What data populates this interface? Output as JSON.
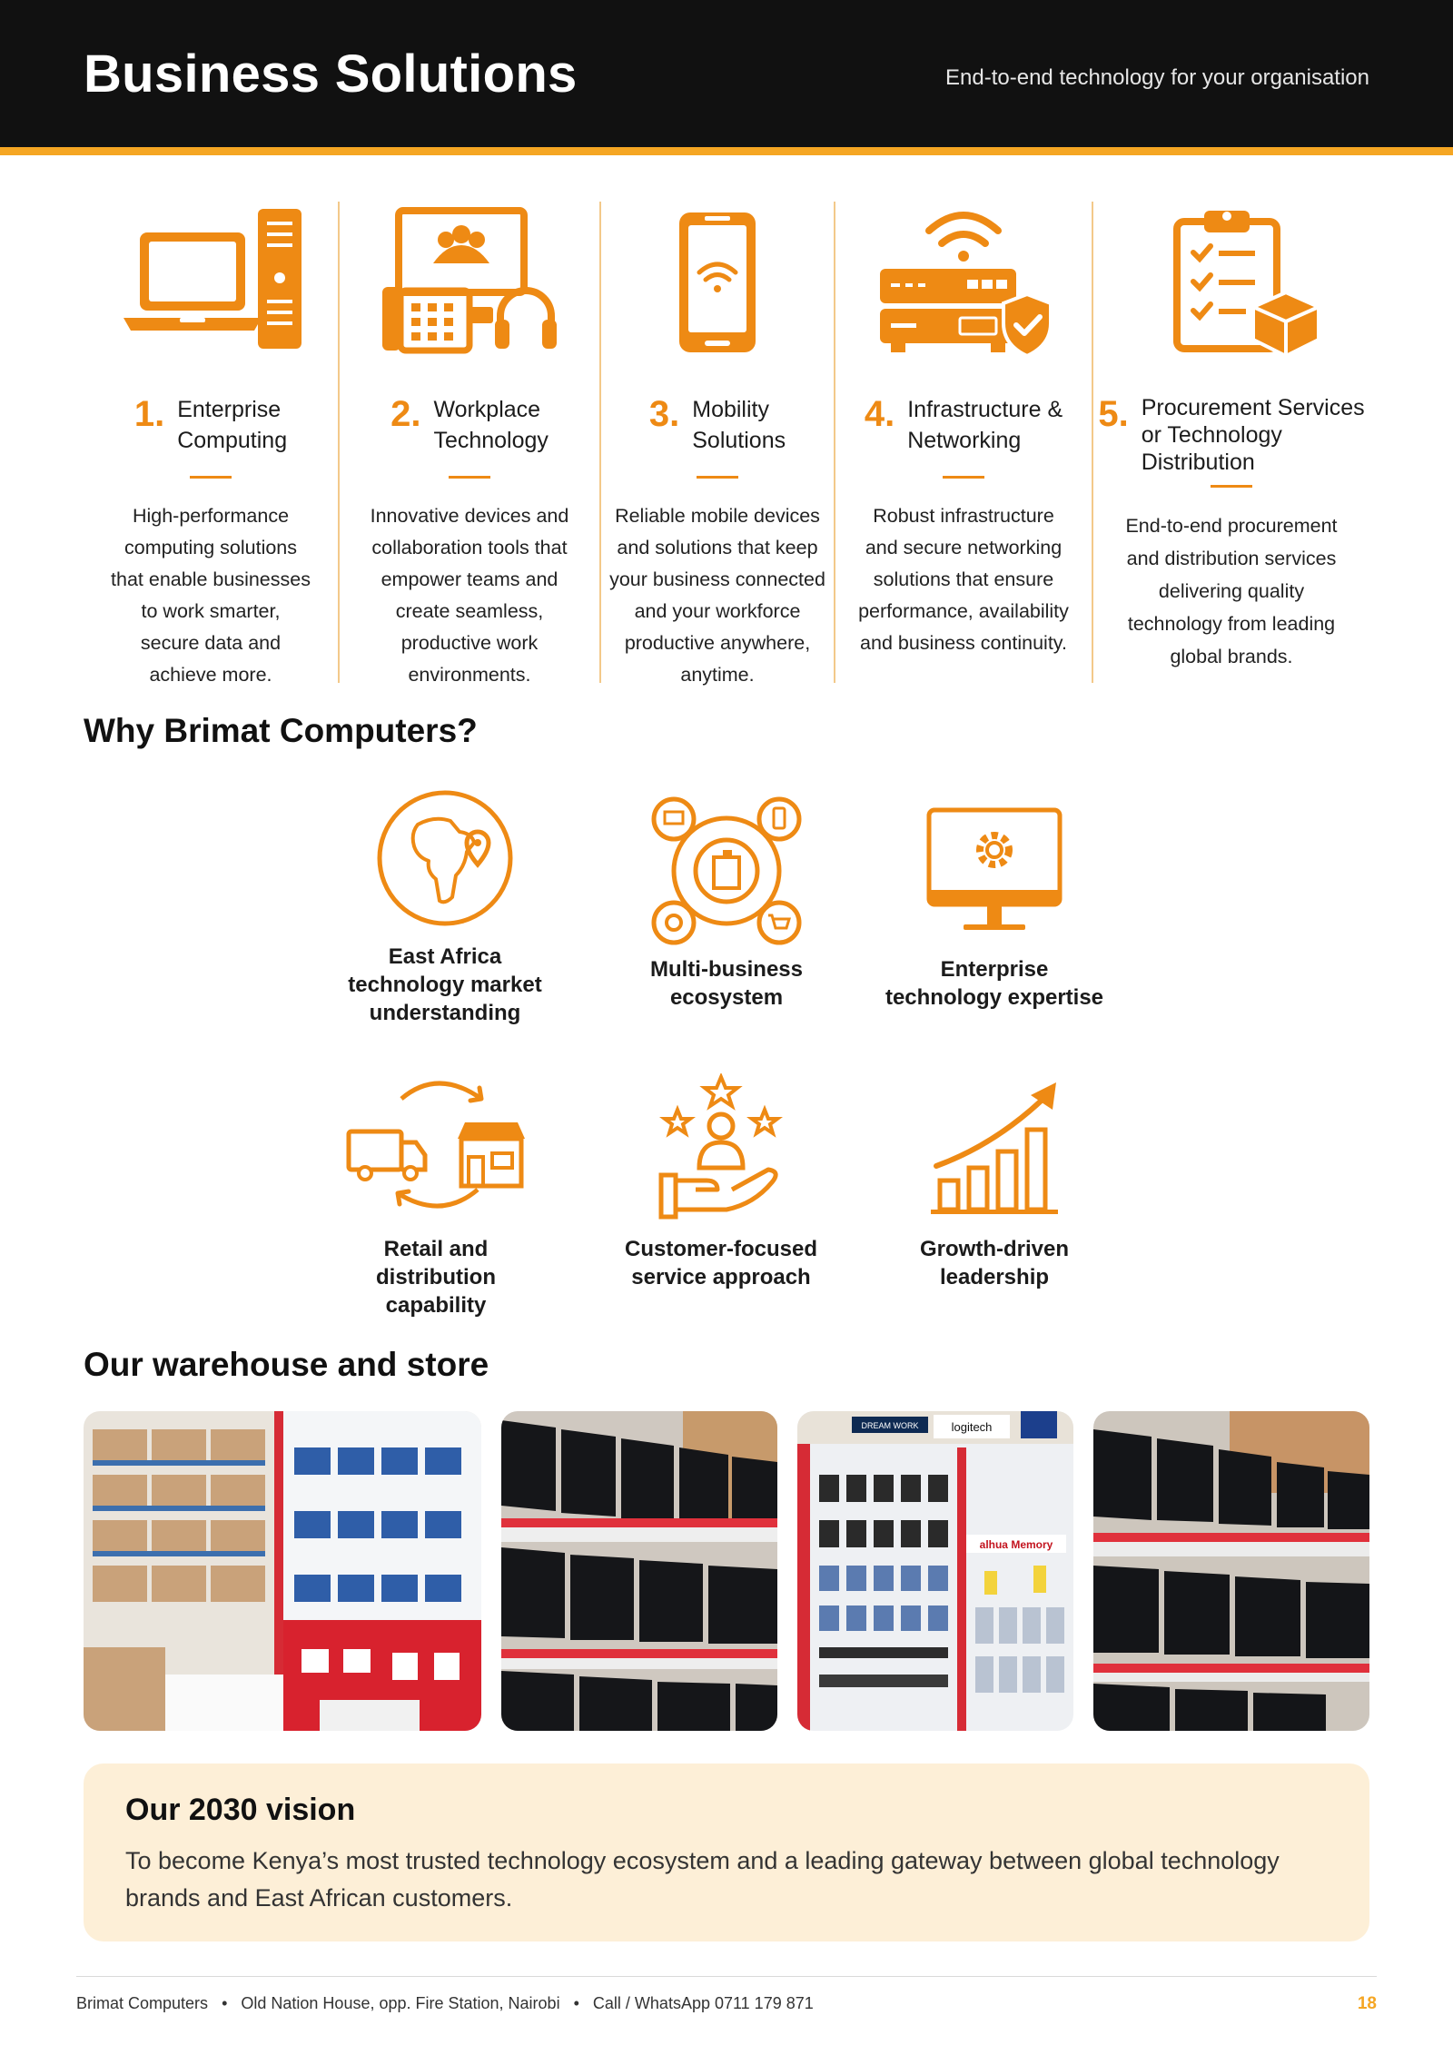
{
  "header": {
    "title": "Business Solutions",
    "subtitle": "End-to-end technology for your organisation"
  },
  "colors": {
    "accent": "#ee8a14",
    "header_bg": "#111111",
    "vision_bg": "#fdefd7"
  },
  "solutions": [
    {
      "number": "1.",
      "title_lines": [
        "Enterprise",
        "Computing"
      ],
      "desc_lines": [
        "High-performance",
        "computing solutions",
        "that enable businesses",
        "to work smarter,",
        "secure data and",
        "achieve more."
      ],
      "icon": "desktop-computer-icon"
    },
    {
      "number": "2.",
      "title_lines": [
        "Workplace",
        "Technology"
      ],
      "desc_lines": [
        "Innovative devices and",
        "collaboration tools that",
        "empower teams and",
        "create seamless,",
        "productive work",
        "environments."
      ],
      "icon": "workplace-collaboration-icon"
    },
    {
      "number": "3.",
      "title_lines": [
        "Mobility",
        "Solutions"
      ],
      "desc_lines": [
        "Reliable mobile devices",
        "and solutions that keep",
        "your business connected",
        "and your workforce",
        "productive anywhere,",
        "anytime."
      ],
      "icon": "smartphone-wifi-icon"
    },
    {
      "number": "4.",
      "title_lines": [
        "Infrastructure &",
        "Networking"
      ],
      "desc_lines": [
        "Robust infrastructure",
        "and secure networking",
        "solutions that ensure",
        "performance, availability",
        "and business continuity."
      ],
      "icon": "network-router-shield-icon"
    },
    {
      "number": "5.",
      "title_lines": [
        "Procurement Services",
        "or Technology",
        "Distribution"
      ],
      "desc_lines": [
        "End-to-end procurement",
        "and distribution services",
        "delivering quality",
        "technology from leading",
        "global brands."
      ],
      "icon": "clipboard-box-icon"
    }
  ],
  "why": {
    "heading": "Why Brimat Computers?",
    "items": [
      {
        "label_lines": [
          "East Africa",
          "technology market",
          "understanding"
        ],
        "icon": "africa-map-pin-icon"
      },
      {
        "label_lines": [
          "Multi-business",
          "ecosystem"
        ],
        "icon": "ecosystem-icon"
      },
      {
        "label_lines": [
          "Enterprise",
          "technology expertise"
        ],
        "icon": "monitor-gear-icon"
      },
      {
        "label_lines": [
          "Retail and",
          "distribution",
          "capability"
        ],
        "icon": "truck-store-icon"
      },
      {
        "label_lines": [
          "Customer-focused",
          "service approach"
        ],
        "icon": "hand-person-stars-icon"
      },
      {
        "label_lines": [
          "Growth-driven",
          "leadership"
        ],
        "icon": "growth-chart-icon"
      }
    ]
  },
  "warehouse": {
    "heading": "Our warehouse and store",
    "photos": [
      {
        "name": "warehouse-boxes-photo"
      },
      {
        "name": "monitor-shelves-photo"
      },
      {
        "name": "accessories-store-photo",
        "signs": [
          "DREAM WORK",
          "logitech",
          "alhua Memory"
        ]
      },
      {
        "name": "monitor-shelves-photo-2"
      }
    ]
  },
  "vision": {
    "title": "Our 2030 vision",
    "text": "To become Kenya’s most trusted technology ecosystem and a leading gateway between global technology brands and East African customers."
  },
  "footer": {
    "company": "Brimat Computers",
    "address": "Old Nation House, opp. Fire Station, Nairobi",
    "contact": "Call / WhatsApp 0711 179 871",
    "separator": "•",
    "page_number": "18"
  }
}
